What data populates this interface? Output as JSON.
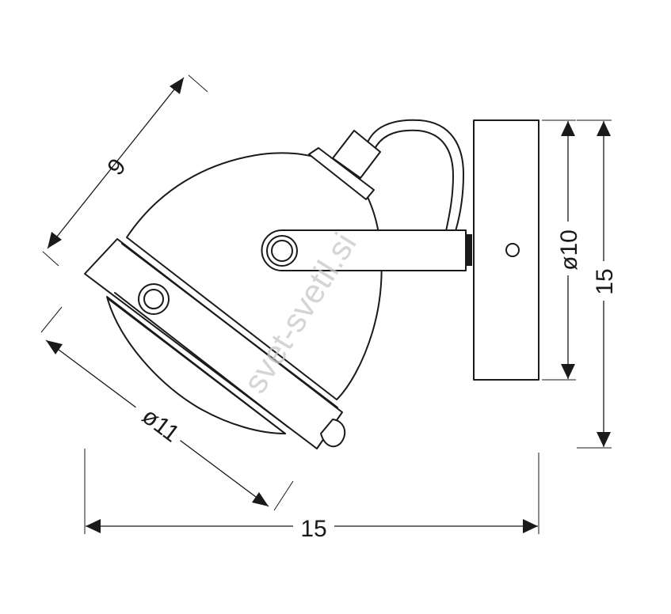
{
  "dimensions": {
    "depth": "9",
    "head_diameter": "ø11",
    "base_diameter": "ø10",
    "height": "15",
    "width": "15"
  },
  "watermark": "svet-svetil.si",
  "colors": {
    "line": "#1a1a1a",
    "background": "#ffffff",
    "watermark": "#c8c8c8"
  }
}
